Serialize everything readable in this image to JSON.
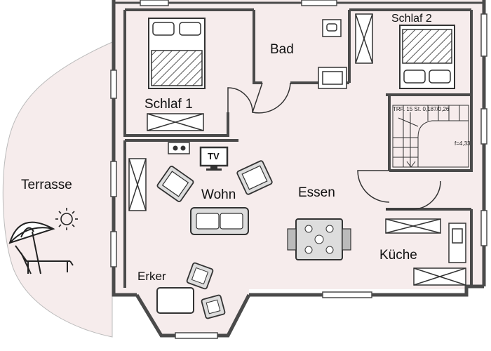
{
  "plan": {
    "rooms": {
      "terrace": "Terrasse",
      "bedroom1": "Schlaf 1",
      "bedroom2": "Schlaf 2",
      "bath": "Bad",
      "living": "Wohn",
      "dining": "Essen",
      "kitchen": "Küche",
      "bay": "Erker"
    },
    "tv_label": "TV",
    "stairs_note": "TRP. 15 St. 0,187/0,26",
    "stairs_marker": "f=4,33"
  },
  "colors": {
    "floor": "#f6ecec",
    "wall": "#4a4a4a",
    "line": "#333333"
  }
}
